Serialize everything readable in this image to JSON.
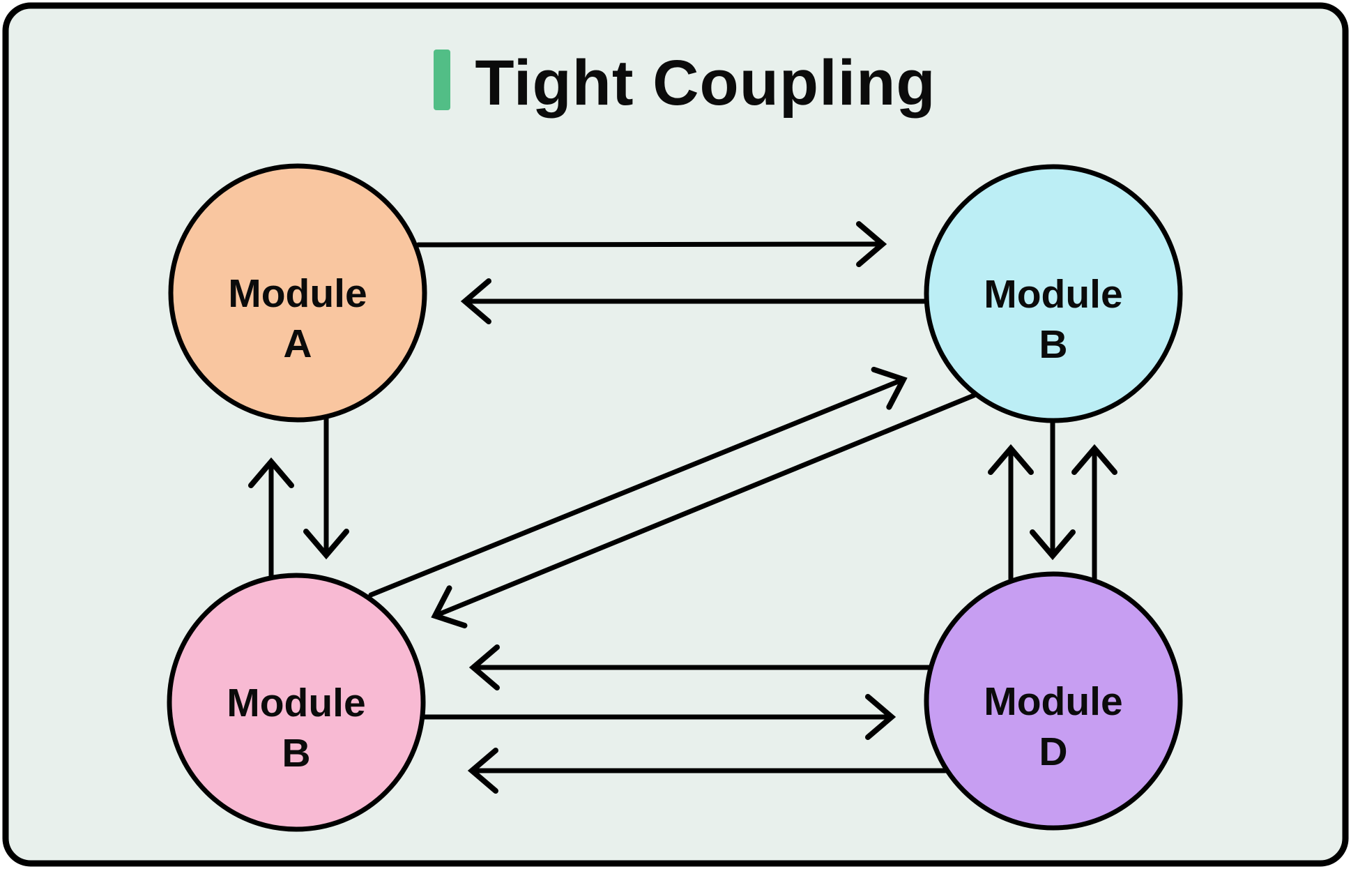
{
  "title": {
    "text": "Tight Coupling",
    "accent_color": "#52BE86"
  },
  "canvas": {
    "background": "#E8F0EC",
    "border_color": "#000000",
    "line_color": "#000000",
    "outside_color": "#FFFFFF"
  },
  "nodes": [
    {
      "id": "module-a",
      "line1": "Module",
      "line2": "A",
      "color": "#F9C6A0",
      "position": "top-left"
    },
    {
      "id": "module-b-top",
      "line1": "Module",
      "line2": "B",
      "color": "#BCEEF5",
      "position": "top-right"
    },
    {
      "id": "module-b-bottom",
      "line1": "Module",
      "line2": "B",
      "color": "#F8BAD3",
      "position": "bottom-left"
    },
    {
      "id": "module-d",
      "line1": "Module",
      "line2": "D",
      "color": "#C79EF2",
      "position": "bottom-right"
    }
  ],
  "edges": [
    {
      "from": "module-a",
      "to": "module-b-top",
      "lane": "upper horizontal"
    },
    {
      "from": "module-b-top",
      "to": "module-a",
      "lane": "lower horizontal"
    },
    {
      "from": "module-a",
      "to": "module-b-bottom",
      "lane": "right vertical"
    },
    {
      "from": "module-b-bottom",
      "to": "module-a",
      "lane": "left vertical"
    },
    {
      "from": "module-b-bottom",
      "to": "module-b-top",
      "lane": "upper diagonal"
    },
    {
      "from": "module-b-top",
      "to": "module-b-bottom",
      "lane": "lower diagonal"
    },
    {
      "from": "module-d",
      "to": "module-b-top",
      "lane": "left vertical"
    },
    {
      "from": "module-b-top",
      "to": "module-d",
      "lane": "middle vertical"
    },
    {
      "from": "module-d",
      "to": "module-b-top",
      "lane": "right vertical"
    },
    {
      "from": "module-d",
      "to": "module-b-bottom",
      "lane": "top horizontal"
    },
    {
      "from": "module-b-bottom",
      "to": "module-d",
      "lane": "middle horizontal"
    },
    {
      "from": "module-d",
      "to": "module-b-bottom",
      "lane": "bottom horizontal"
    }
  ]
}
